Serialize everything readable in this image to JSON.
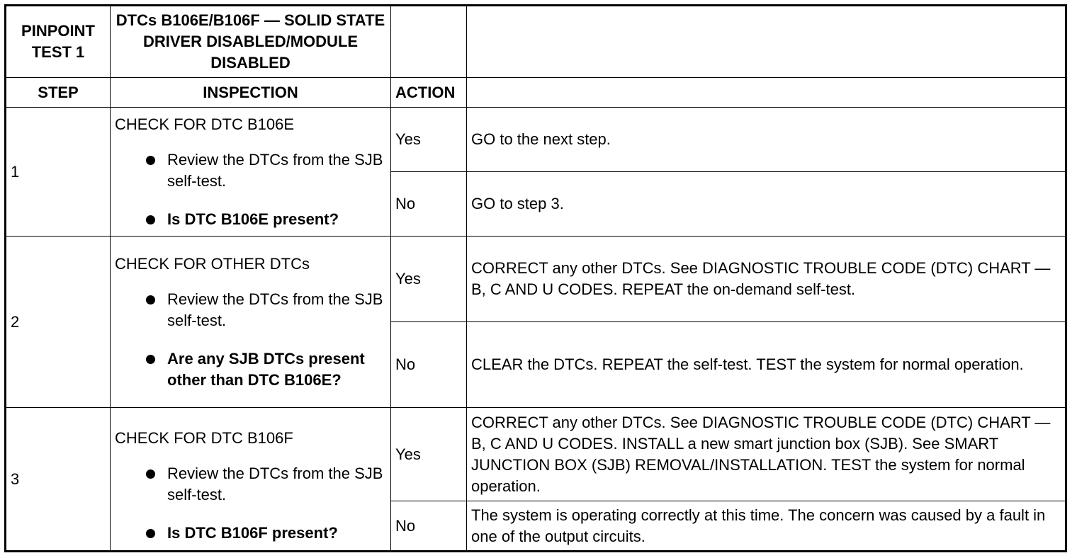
{
  "header": {
    "test_label": "PINPOINT TEST 1",
    "test_title": "DTCs B106E/B106F — SOLID STATE DRIVER DISABLED/MODULE DISABLED",
    "col_step": "STEP",
    "col_inspection": "INSPECTION",
    "col_action": "ACTION"
  },
  "steps": [
    {
      "number": "1",
      "title": "CHECK FOR DTC B106E",
      "bullet_1": "Review the DTCs from the SJB self-test.",
      "bullet_2": "Is DTC B106E present?",
      "yes_label": "Yes",
      "yes_action": "GO to the next step.",
      "no_label": "No",
      "no_action": "GO to step 3."
    },
    {
      "number": "2",
      "title": "CHECK FOR OTHER DTCs",
      "bullet_1": "Review the DTCs from the SJB self-test.",
      "bullet_2": "Are any SJB DTCs present other than DTC B106E?",
      "yes_label": "Yes",
      "yes_action": "CORRECT any other DTCs. See DIAGNOSTIC TROUBLE CODE (DTC) CHART — B, C AND U CODES. REPEAT the on-demand self-test.",
      "no_label": "No",
      "no_action": "CLEAR the DTCs. REPEAT the self-test. TEST the system for normal operation."
    },
    {
      "number": "3",
      "title": "CHECK FOR DTC B106F",
      "bullet_1": "Review the DTCs from the SJB self-test.",
      "bullet_2": "Is DTC B106F present?",
      "yes_label": "Yes",
      "yes_action": "CORRECT any other DTCs. See DIAGNOSTIC TROUBLE CODE (DTC) CHART — B, C AND U CODES. INSTALL a new smart junction box (SJB). See SMART JUNCTION BOX (SJB) REMOVAL/INSTALLATION. TEST the system for normal operation.",
      "no_label": "No",
      "no_action": "The system is operating correctly at this time. The concern was caused by a fault in one of the output circuits."
    }
  ]
}
